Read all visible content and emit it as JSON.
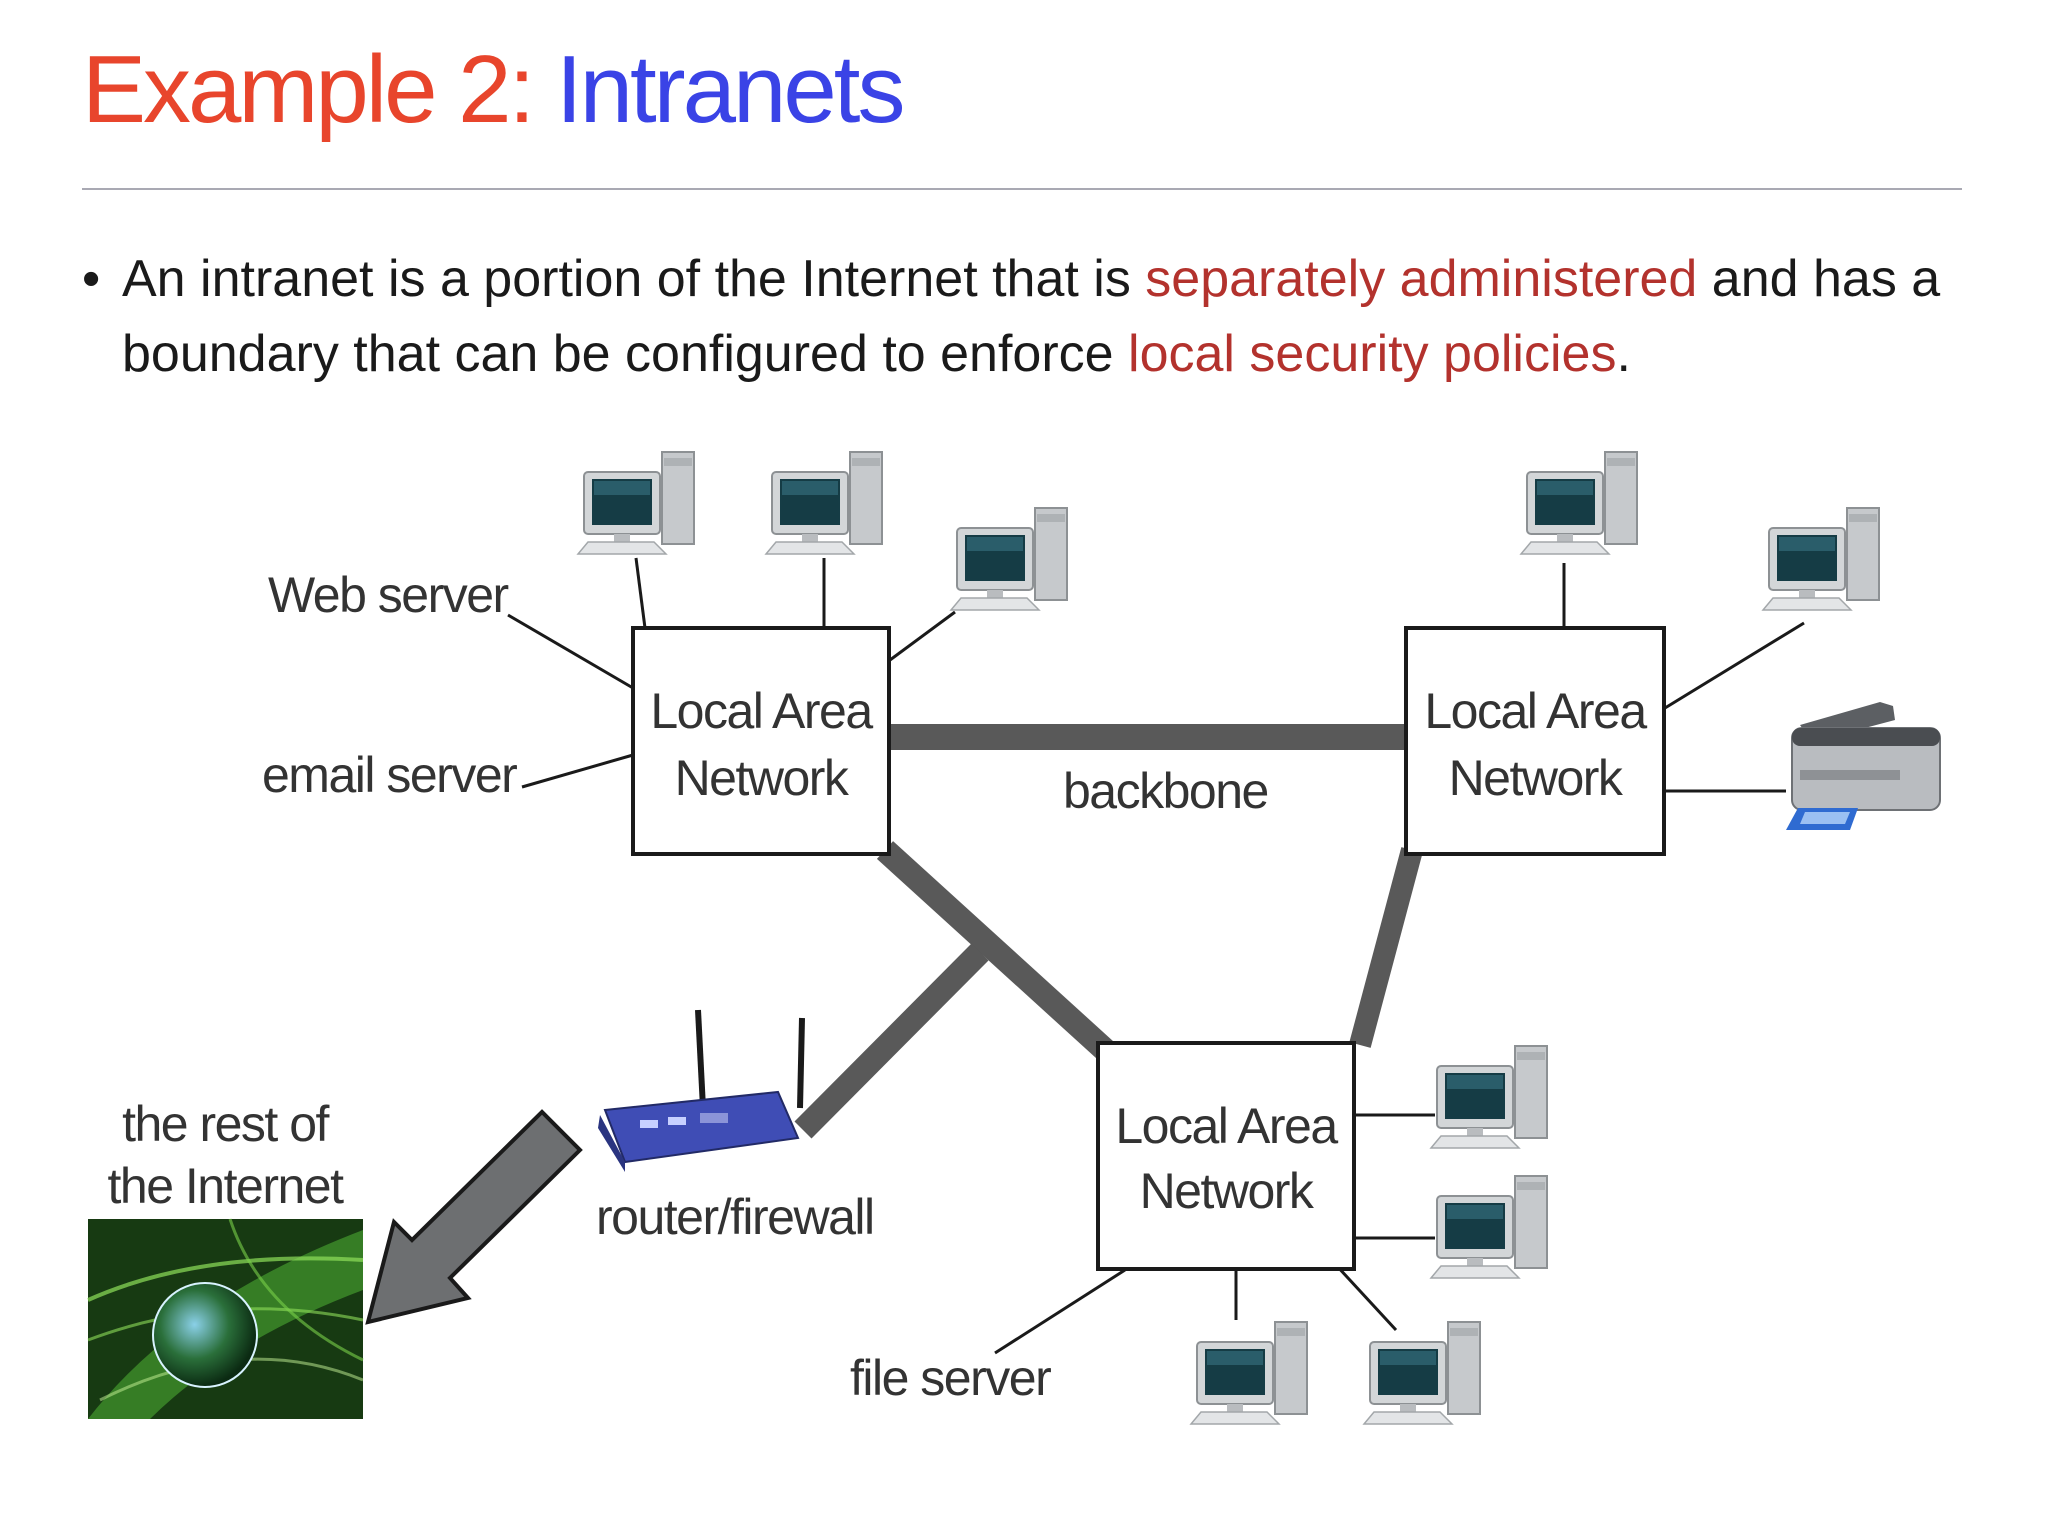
{
  "title": {
    "prefix": "Example 2: ",
    "topic": "Intranets"
  },
  "bullet": {
    "glyph": "•",
    "part1": "An intranet is a portion of the Internet that is ",
    "highlight1": "separately administered",
    "part2": " and has a boundary that can be configured to enforce ",
    "highlight2": "local security policies",
    "part3": "."
  },
  "diagram": {
    "lan_label_line1": "Local Area",
    "lan_label_line2": "Network",
    "labels": {
      "web_server": "Web server",
      "email_server": "email server",
      "backbone": "backbone",
      "rest_line1": "the rest of",
      "rest_line2": "the Internet",
      "router": "router/firewall",
      "file_server": "file server"
    }
  },
  "colors": {
    "title_prefix": "#e8452c",
    "title_topic": "#3a43e6",
    "highlight": "#b3322d",
    "backbone": "#595959",
    "router": "#3f4db5"
  },
  "icons": [
    "desktop-computer-icon",
    "printer-icon",
    "wireless-router-icon",
    "globe-icon",
    "arrow-icon"
  ]
}
